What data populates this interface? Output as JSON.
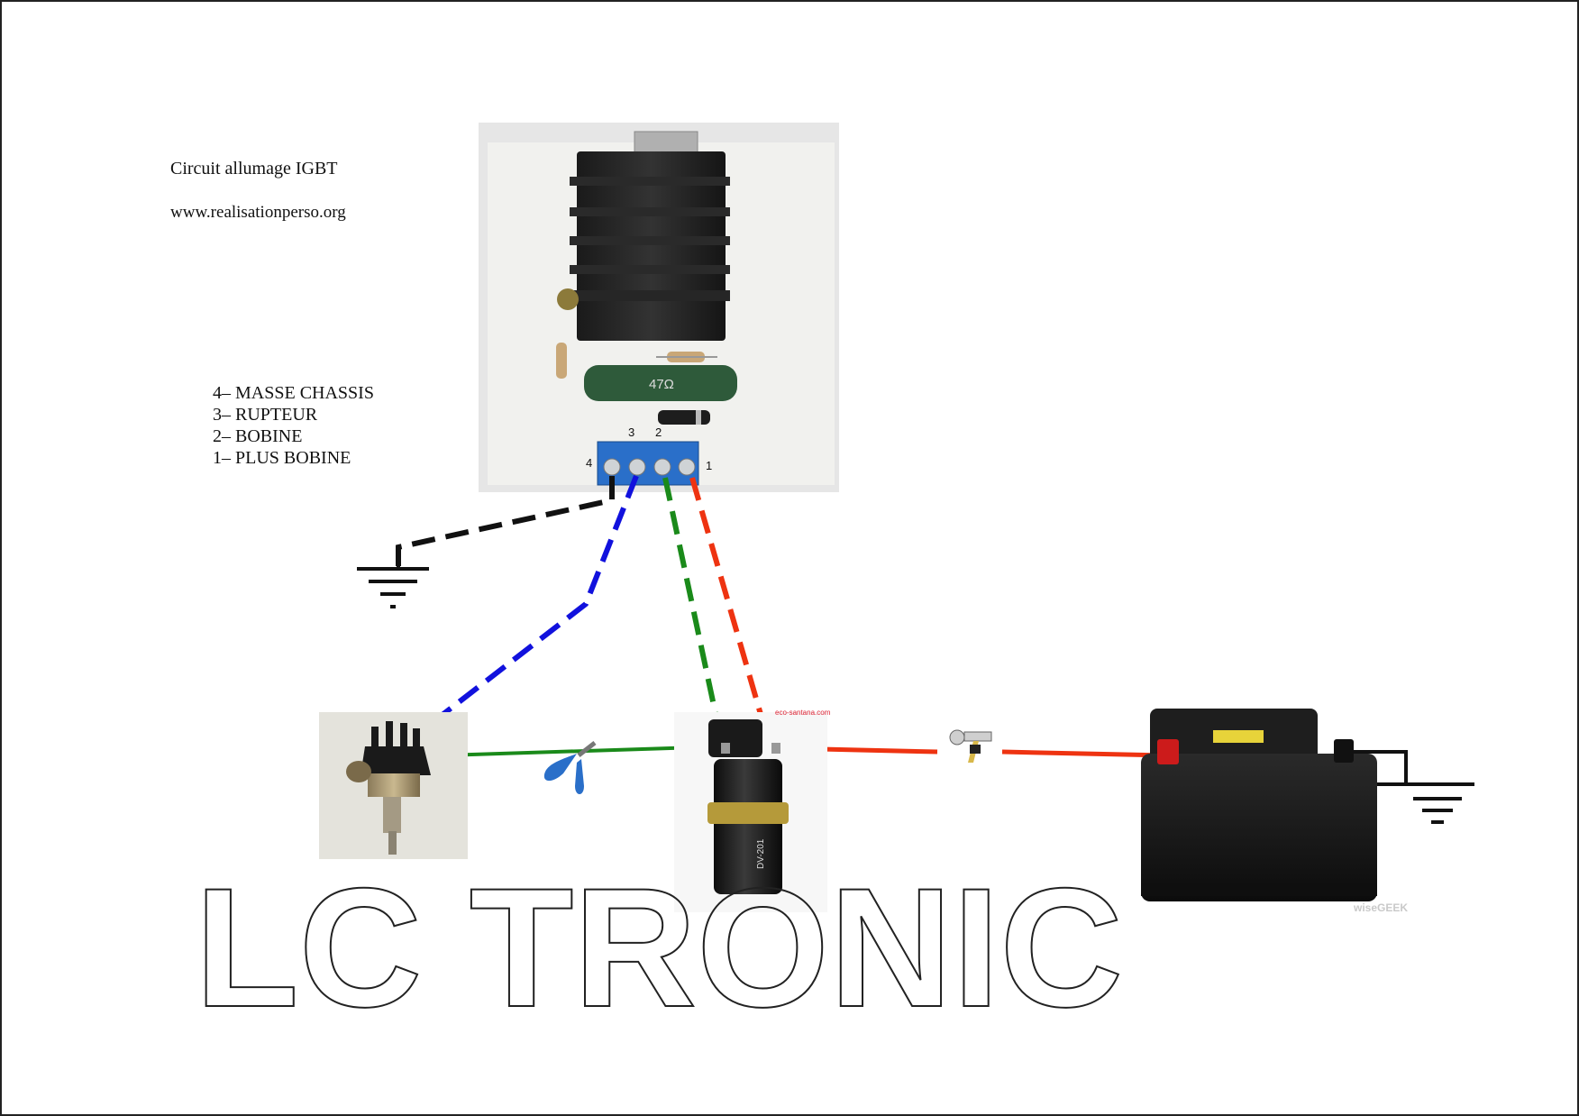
{
  "header": {
    "title": "Circuit allumage IGBT",
    "url": "www.realisationperso.org"
  },
  "legend": [
    "4– MASSE CHASSIS",
    "3– RUPTEUR",
    "2– BOBINE",
    "1– PLUS BOBINE"
  ],
  "terminals": [
    "4",
    "3",
    "2",
    "1"
  ],
  "resistor_label": "47Ω",
  "coil_photo": {
    "source_mark": "eco-santana.com",
    "part_label": "DV-201"
  },
  "battery_photo": {
    "watermark": "wiseGEEK"
  },
  "brand": "LC TRONIC",
  "colors": {
    "ground_wire": "#111111",
    "rupteur_wire": "#1111dd",
    "bobine_wire": "#1a8a1a",
    "plus_wire": "#ee3311"
  }
}
